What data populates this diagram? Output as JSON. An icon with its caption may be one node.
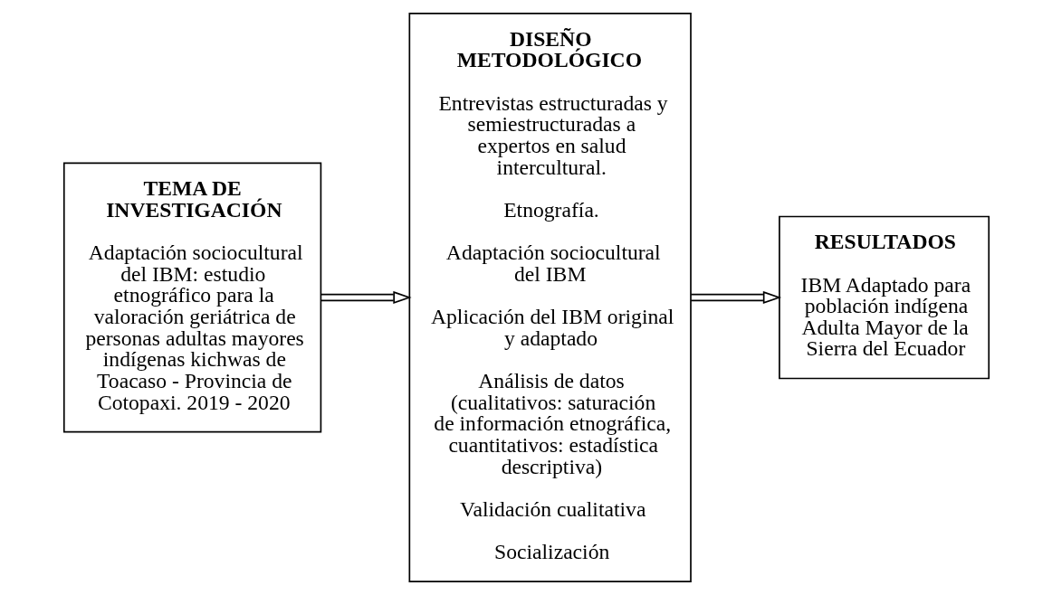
{
  "diagram": {
    "nodes": [
      {
        "text": [
          "TEMA DE INVESTIGACIÓN",
          "Adaptación sociocultural del IBM: estudio etnográfico para la valoración geriátrica de personas adultas mayores indígenas kichwas de Toacaso - Provincia de Cotopaxi. 2019 - 2020"
        ]
      },
      {
        "text": [
          "DISEÑO METODOLÓGICO",
          "Entrevistas estructuradas y semiestructuradas a expertos en salud intercultural.",
          "Etnografía.",
          "Adaptación sociocultural del IBM",
          "Aplicación del IBM original y adaptado",
          "Análisis de datos (cualitativos: saturación de información etnográfica, cuantitativos: estadística descriptiva)",
          "Validación cualitativa",
          "Socialización"
        ]
      },
      {
        "text": [
          "RESULTADOS",
          "IBM Adaptado para población indígena Adulta Mayor de la Sierra del Ecuador"
        ]
      }
    ],
    "edges": [
      {
        "from": 0,
        "to": 1,
        "arrow": "to"
      },
      {
        "from": 1,
        "to": 2,
        "arrow": "to"
      }
    ]
  }
}
